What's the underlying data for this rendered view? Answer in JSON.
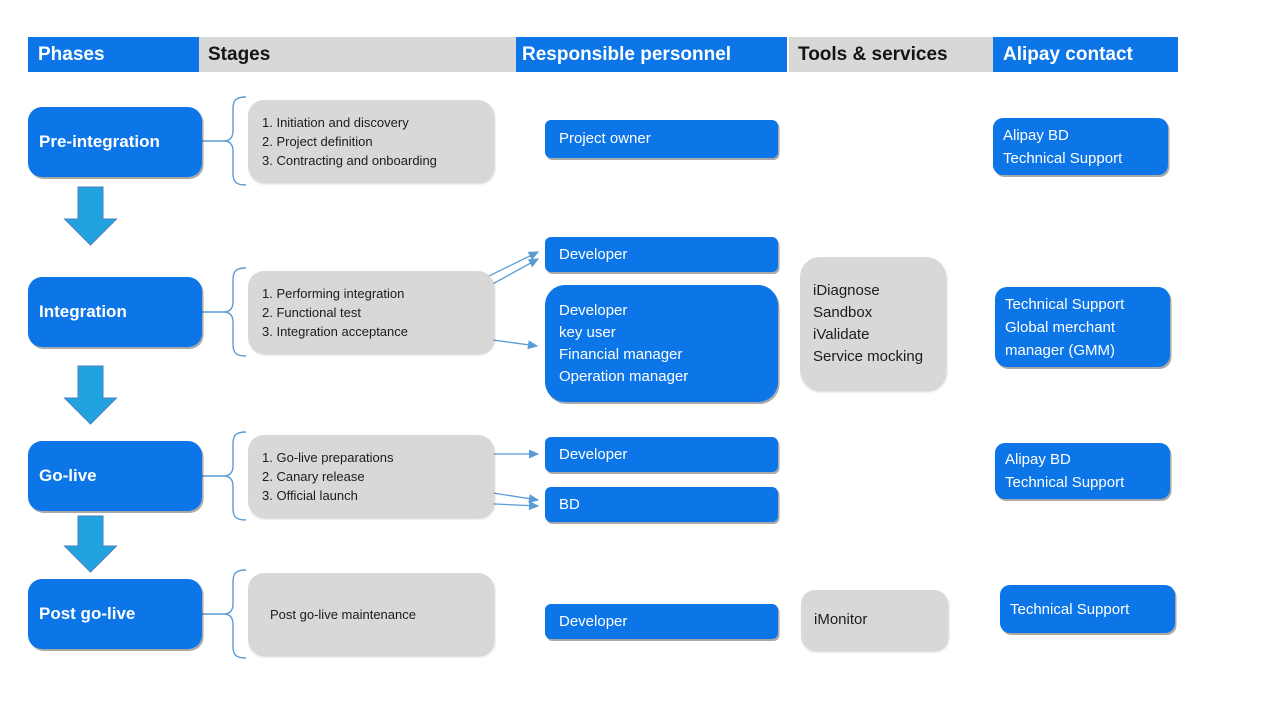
{
  "header": {
    "phases": "Phases",
    "stages": "Stages",
    "responsible": "Responsible personnel",
    "tools": "Tools & services",
    "contact": "Alipay contact"
  },
  "colors": {
    "primary_blue": "#0c75e8",
    "light_gray": "#d8d8d8",
    "flow_arrow_fill": "#21a3e0",
    "connector_blue": "#5b9bd5",
    "text_on_blue": "#ffffff",
    "text_on_gray": "#1c1c1c"
  },
  "phases": [
    {
      "name": "Pre-integration",
      "stages": [
        "1. Initiation and discovery",
        "2. Project definition",
        "3. Contracting and onboarding"
      ],
      "personnel": [
        [
          "Project owner"
        ]
      ],
      "tools": [],
      "contact": [
        "Alipay BD",
        "Technical Support"
      ]
    },
    {
      "name": "Integration",
      "stages": [
        "1. Performing integration",
        "2. Functional test",
        "3. Integration acceptance"
      ],
      "personnel": [
        [
          "Developer"
        ],
        [
          "Developer",
          "key user",
          "Financial manager",
          "Operation manager"
        ]
      ],
      "tools": [
        "iDiagnose",
        "Sandbox",
        "iValidate",
        "Service mocking"
      ],
      "contact": [
        "Technical Support",
        "Global merchant",
        "manager (GMM)"
      ]
    },
    {
      "name": "Go-live",
      "stages": [
        "1. Go-live preparations",
        "2. Canary release",
        "3. Official launch"
      ],
      "personnel": [
        [
          "Developer"
        ],
        [
          "BD"
        ]
      ],
      "tools": [],
      "contact": [
        "Alipay BD",
        "Technical Support"
      ]
    },
    {
      "name": "Post go-live",
      "stages": [
        "Post go-live maintenance"
      ],
      "personnel": [
        [
          "Developer"
        ]
      ],
      "tools": [
        "iMonitor"
      ],
      "contact": [
        "Technical Support"
      ]
    }
  ]
}
